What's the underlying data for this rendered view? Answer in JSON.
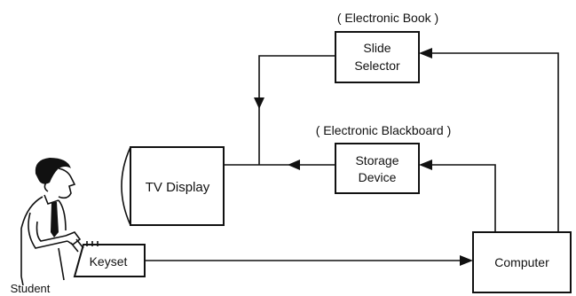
{
  "captions": {
    "electronic_book": "( Electronic Book )",
    "electronic_blackboard": "( Electronic Blackboard )"
  },
  "boxes": {
    "slide_selector": [
      "Slide",
      "Selector"
    ],
    "storage_device": [
      "Storage",
      "Device"
    ],
    "tv_display": "TV Display",
    "keyset": "Keyset",
    "computer": "Computer"
  },
  "person": {
    "label": "Student"
  },
  "icons": {
    "student": "student-at-keyset-illustration",
    "arrowhead": "filled-triangle-arrowhead"
  }
}
